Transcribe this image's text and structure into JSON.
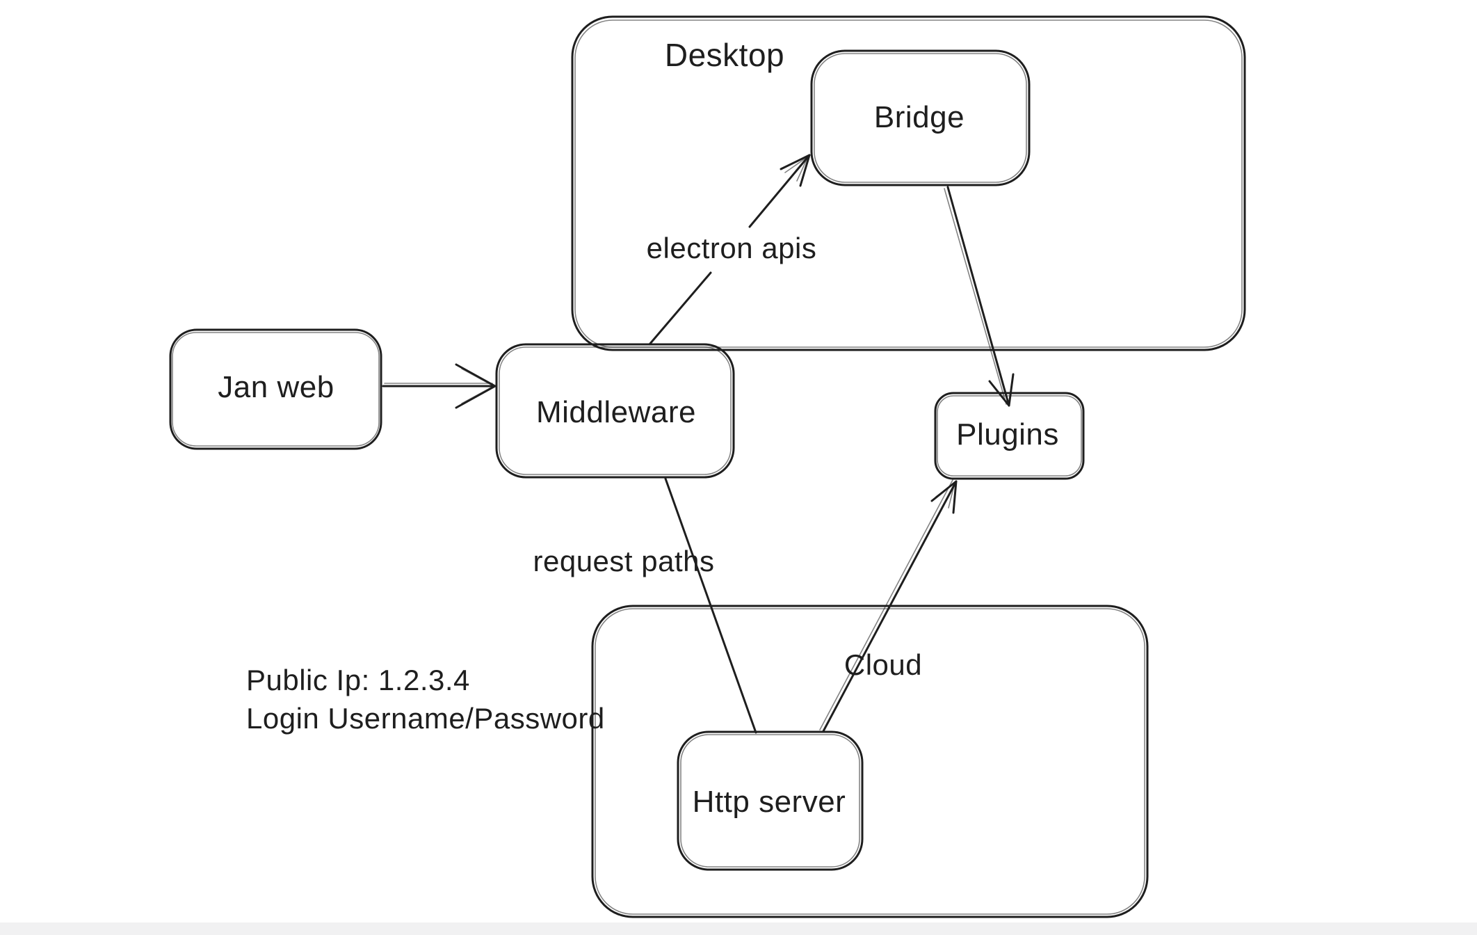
{
  "canvas": {
    "background": "#ffffff",
    "stroke": "#1e1e1e",
    "text_color": "#1e1e1e",
    "bottom_bar": "#f1f1f2"
  },
  "containers": {
    "desktop": {
      "label": "Desktop"
    },
    "cloud": {
      "label": "Cloud"
    }
  },
  "nodes": {
    "jan_web": {
      "label": "Jan web"
    },
    "middleware": {
      "label": "Middleware"
    },
    "bridge": {
      "label": "Bridge"
    },
    "plugins": {
      "label": "Plugins"
    },
    "http_server": {
      "label": "Http server"
    }
  },
  "edges": [
    {
      "from": "Jan web",
      "to": "Middleware",
      "label": ""
    },
    {
      "from": "Middleware",
      "to": "Bridge",
      "label": "electron apis"
    },
    {
      "from": "Bridge",
      "to": "Plugins",
      "label": ""
    },
    {
      "from": "Middleware",
      "to": "Http server",
      "label": "request paths"
    },
    {
      "from": "Http server",
      "to": "Plugins",
      "label": ""
    }
  ],
  "annotations": {
    "public_ip": "Public Ip: 1.2.3.4",
    "login": "Login Username/Password"
  }
}
